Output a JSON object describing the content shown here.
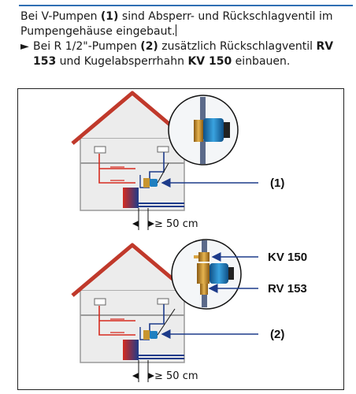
{
  "intro": {
    "line1_pre": "Bei V-Pumpen ",
    "line1_ref": "(1)",
    "line1_post": " sind Absperr- und Rückschlagventil im Pumpengehäuse eingebaut.",
    "bullet_symbol": "►",
    "bullet_pre": "Bei R 1/2\"-Pumpen ",
    "bullet_ref": "(2)",
    "bullet_mid": " zusätzlich Rückschlagventil ",
    "bullet_rv": "RV 153",
    "bullet_and": " und Kugelabsperrhahn ",
    "bullet_kv": "KV 150",
    "bullet_post": " einbauen."
  },
  "figure": {
    "top": {
      "ref_label": "(1)",
      "dimension": "≥ 50 cm"
    },
    "bottom": {
      "ref_label": "(2)",
      "dimension": "≥ 50 cm",
      "callout_kv": "KV 150",
      "callout_rv": "RV 153"
    }
  },
  "colors": {
    "roof": "#c0392b",
    "hot_pipe": "#d62b1f",
    "cold_pipe": "#1d3b8a",
    "accent_line": "#2f6fb3",
    "pump_blue": "#1f7fc0",
    "brass": "#c8952f"
  }
}
